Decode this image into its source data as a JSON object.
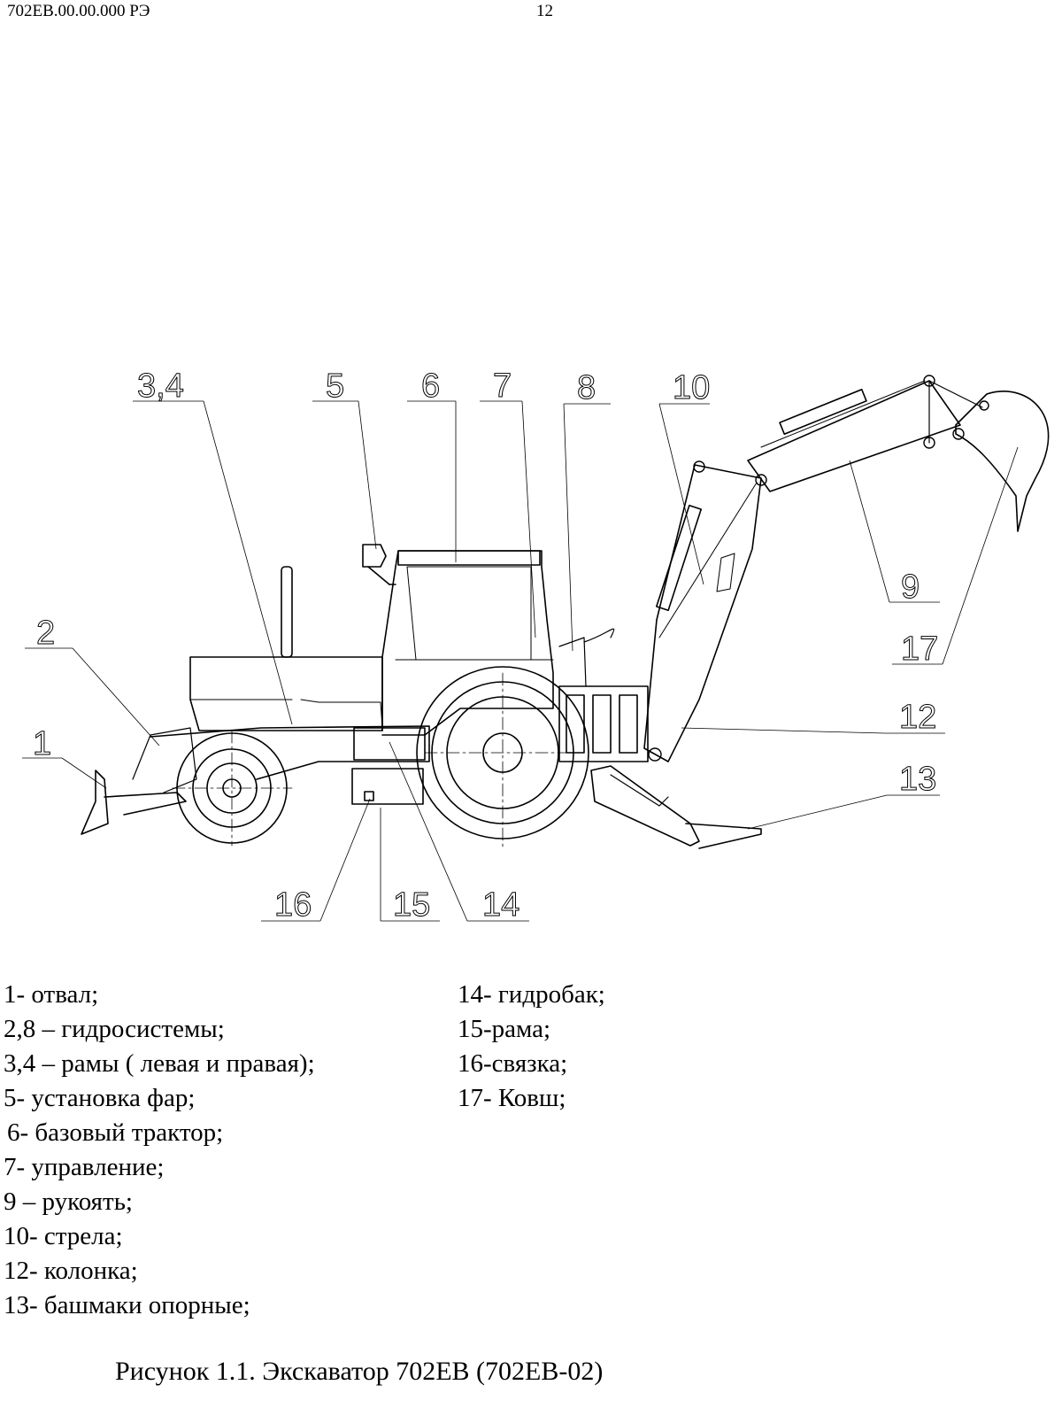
{
  "header": {
    "doc_code": "702ЕВ.00.00.000 РЭ",
    "page_number": "12"
  },
  "callouts": [
    "1",
    "2",
    "3,4",
    "5",
    "6",
    "7",
    "8",
    "10",
    "9",
    "17",
    "12",
    "13",
    "16",
    "15",
    "14"
  ],
  "legend": {
    "left": [
      "1- отвал;",
      "2,8 – гидросистемы;",
      "3,4 – рамы ( левая и правая);",
      "5- установка фар;",
      "6- базовый трактор;",
      "7- управление;",
      "9 – рукоять;",
      "10- стрела;",
      "12- колонка;",
      "13- башмаки опорные;"
    ],
    "right": [
      "14- гидробак;",
      "15-рама;",
      "16-связка;",
      "17- Ковш;"
    ]
  },
  "caption": "Рисунок 1.1. Экскаватор 702ЕВ (702ЕВ-02)"
}
